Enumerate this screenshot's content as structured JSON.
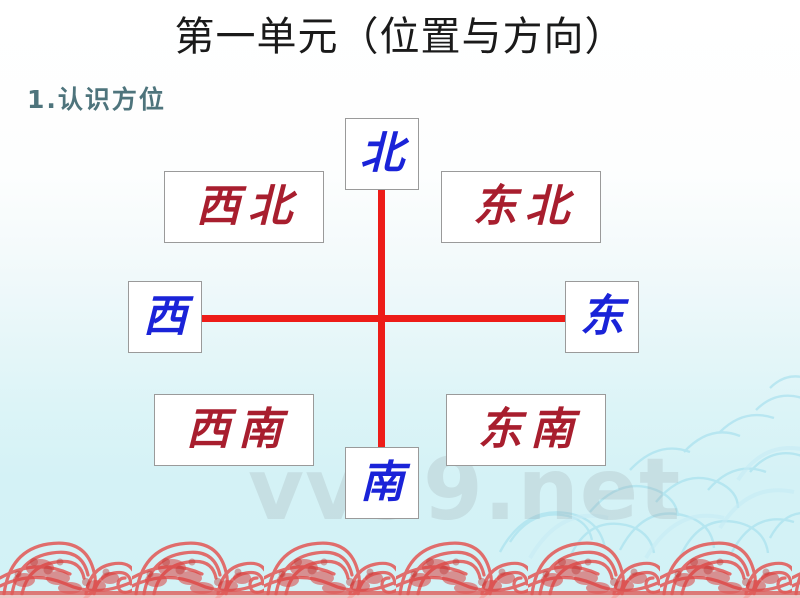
{
  "slide": {
    "title": "第一单元（位置与方向）",
    "subtitle": "1.认识方位",
    "watermark": "vv99.net",
    "background": {
      "top_color": "#ffffff",
      "bottom_color": "#d2f2f6",
      "wave_color": "#e2706f",
      "swirl_color": "#a9e3ef"
    }
  },
  "compass": {
    "axis_color": "#ed1c18",
    "cardinal_color": "#1a23d8",
    "ordinal_color": "#a81e2e",
    "directions": [
      {
        "key": "north",
        "label": "北",
        "type": "cardinal"
      },
      {
        "key": "south",
        "label": "南",
        "type": "cardinal"
      },
      {
        "key": "west",
        "label": "西",
        "type": "cardinal"
      },
      {
        "key": "east",
        "label": "东",
        "type": "cardinal"
      },
      {
        "key": "northwest",
        "label": "西北",
        "type": "ordinal"
      },
      {
        "key": "northeast",
        "label": "东北",
        "type": "ordinal"
      },
      {
        "key": "southwest",
        "label": "西南",
        "type": "ordinal"
      },
      {
        "key": "southeast",
        "label": "东南",
        "type": "ordinal"
      }
    ]
  }
}
